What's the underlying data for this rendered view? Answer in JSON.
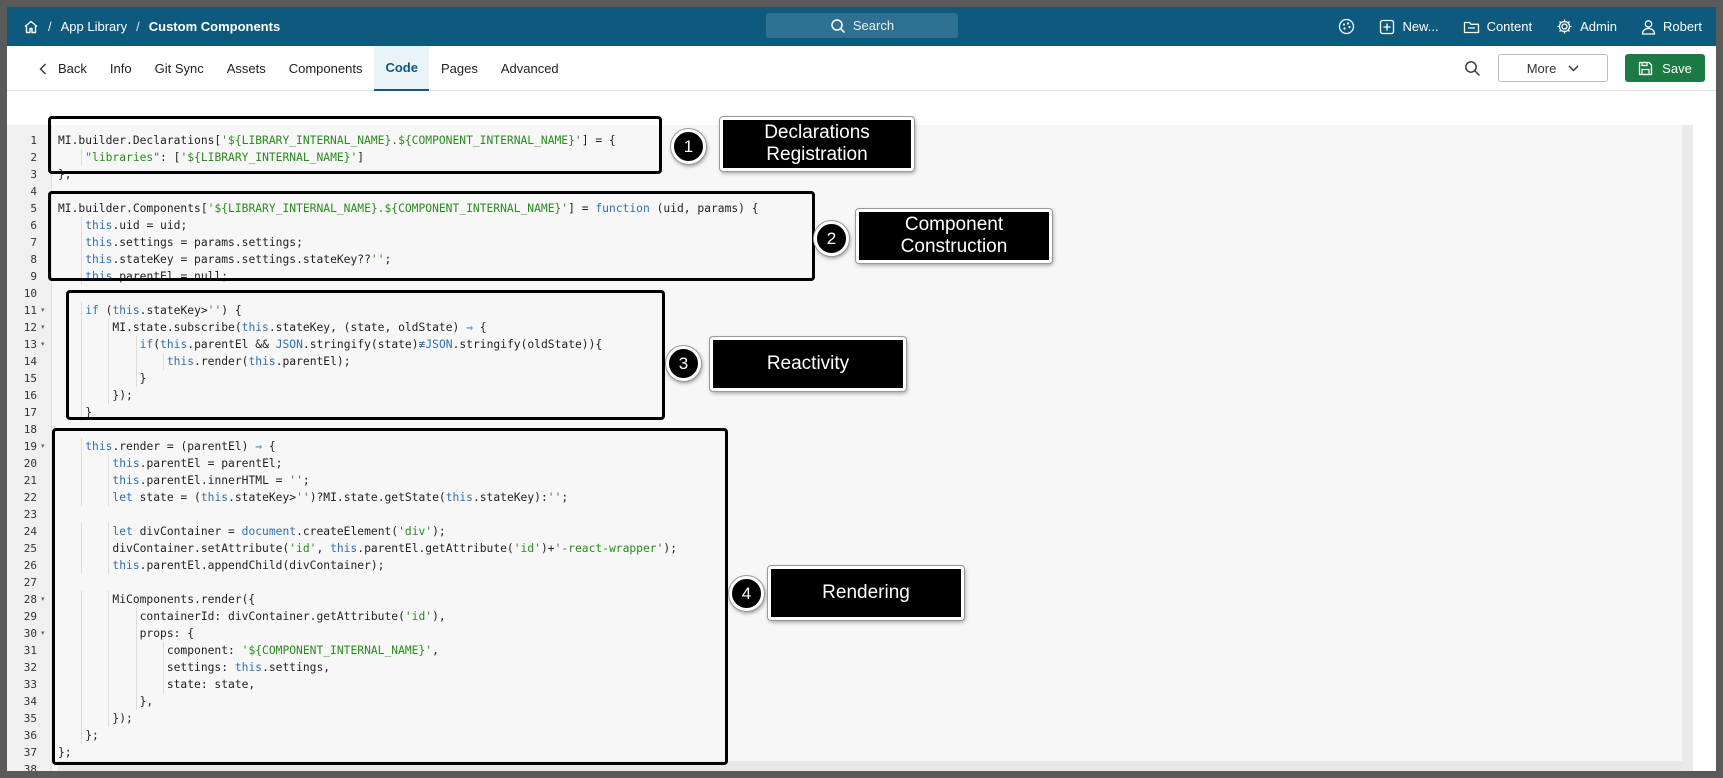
{
  "breadcrumb": {
    "home_icon": "home-icon",
    "sep": "/",
    "app_library": "App Library",
    "current": "Custom Components"
  },
  "search": {
    "label": "Search"
  },
  "top_nav": {
    "new": "New...",
    "content": "Content",
    "admin": "Admin",
    "user": "Robert"
  },
  "tabs": {
    "back": "Back",
    "items": [
      "Info",
      "Git Sync",
      "Assets",
      "Components",
      "Code",
      "Pages",
      "Advanced"
    ],
    "active": "Code"
  },
  "toolbar": {
    "more": "More",
    "save": "Save"
  },
  "editor": {
    "lines": [
      "MI.builder.Declarations['${LIBRARY_INTERNAL_NAME}.${COMPONENT_INTERNAL_NAME}'] = {",
      "    \"libraries\": ['${LIBRARY_INTERNAL_NAME}']",
      "};",
      "",
      "MI.builder.Components['${LIBRARY_INTERNAL_NAME}.${COMPONENT_INTERNAL_NAME}'] = function (uid, params) {",
      "    this.uid = uid;",
      "    this.settings = params.settings;",
      "    this.stateKey = params.settings.stateKey??'';",
      "    this.parentEl = null;",
      "",
      "    if (this.stateKey>'') {",
      "        MI.state.subscribe(this.stateKey, (state, oldState) ⇒ {",
      "            if(this.parentEl && JSON.stringify(state)≢JSON.stringify(oldState)){",
      "                this.render(this.parentEl);",
      "            }",
      "        });",
      "    }",
      "",
      "    this.render = (parentEl) ⇒ {",
      "        this.parentEl = parentEl;",
      "        this.parentEl.innerHTML = '';",
      "        let state = (this.stateKey>'')?MI.state.getState(this.stateKey):'';",
      "",
      "        let divContainer = document.createElement('div');",
      "        divContainer.setAttribute('id', this.parentEl.getAttribute('id')+'-react-wrapper');",
      "        this.parentEl.appendChild(divContainer);",
      "",
      "        MiComponents.render({",
      "            containerId: divContainer.getAttribute('id'),",
      "            props: {",
      "                component: '${COMPONENT_INTERNAL_NAME}',",
      "                settings: this.settings,",
      "                state: state,",
      "            },",
      "        });",
      "    };",
      "};",
      ""
    ],
    "folded_lines": [
      11,
      12,
      13,
      19,
      28,
      30
    ]
  },
  "annotations": [
    {
      "number": "1",
      "label": "Declarations Registration"
    },
    {
      "number": "2",
      "label": "Component Construction"
    },
    {
      "number": "3",
      "label": "Reactivity"
    },
    {
      "number": "4",
      "label": "Rendering"
    }
  ],
  "colors": {
    "topbar": "#0d5a7e",
    "string": "#2a8a1f",
    "keyword": "#2f6fb0",
    "save": "#1d7a45"
  }
}
